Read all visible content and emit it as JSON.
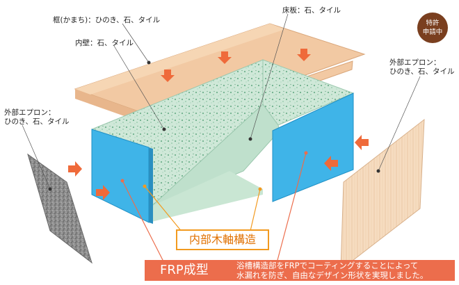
{
  "labels": {
    "frame": "框(かまち)：ひのき、石、タイル",
    "floor": "床板：石、タイル",
    "inner_wall": "内壁：石、タイル",
    "outer_apron_left": [
      "外部エプロン：",
      "ひのき、石、タイル"
    ],
    "outer_apron_right": [
      "外部エプロン：",
      "ひのき、石、タイル"
    ]
  },
  "badge": [
    "特許",
    "申請中"
  ],
  "inner_structure": "内部木軸構造",
  "frp": {
    "title": "FRP成型",
    "description": [
      "浴槽構造部をFRPでコーティングすることによって",
      "水漏れを防ぎ、自由なデザイン形状を実現しました。"
    ]
  },
  "colors": {
    "wood": "#f2c9a3",
    "frp_blue": "#3fb4e8",
    "mosaic": "#cfe8d8",
    "arrow": "#ef6a3a",
    "badge": "#7a3f1f",
    "callout_orange": "#f29a1f",
    "frp_bar": "#ec6d4c"
  }
}
